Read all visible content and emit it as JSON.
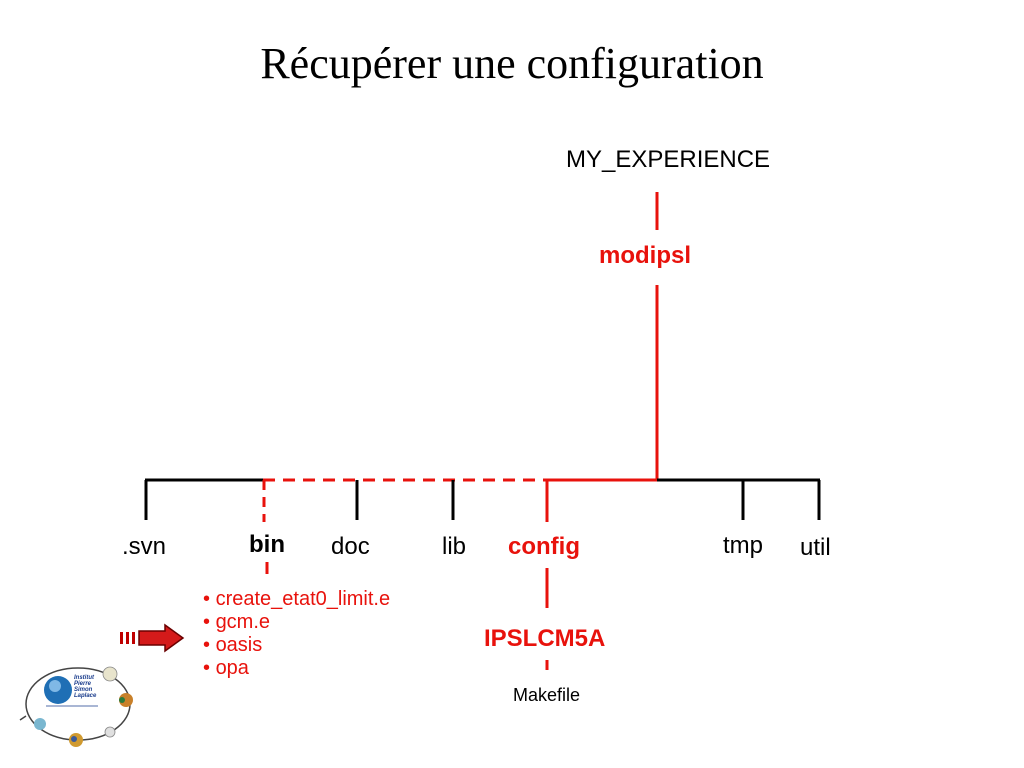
{
  "title": "Récupérer une configuration",
  "root": "MY_EXPERIENCE",
  "modipsl": "modipsl",
  "dirs": {
    "svn": ".svn",
    "bin": "bin",
    "doc": "doc",
    "lib": "lib",
    "config": "config",
    "tmp": "tmp",
    "util": "util"
  },
  "bin_files": [
    "create_etat0_limit.e",
    "gcm.e",
    "oasis",
    "opa"
  ],
  "config_child": "IPSLCM5A",
  "config_file": "Makefile",
  "logo_text": [
    "Institut",
    "Pierre",
    "Simon",
    "Laplace"
  ],
  "colors": {
    "highlight": "#e8120c",
    "line": "#000000",
    "arrow": "#c00000"
  }
}
